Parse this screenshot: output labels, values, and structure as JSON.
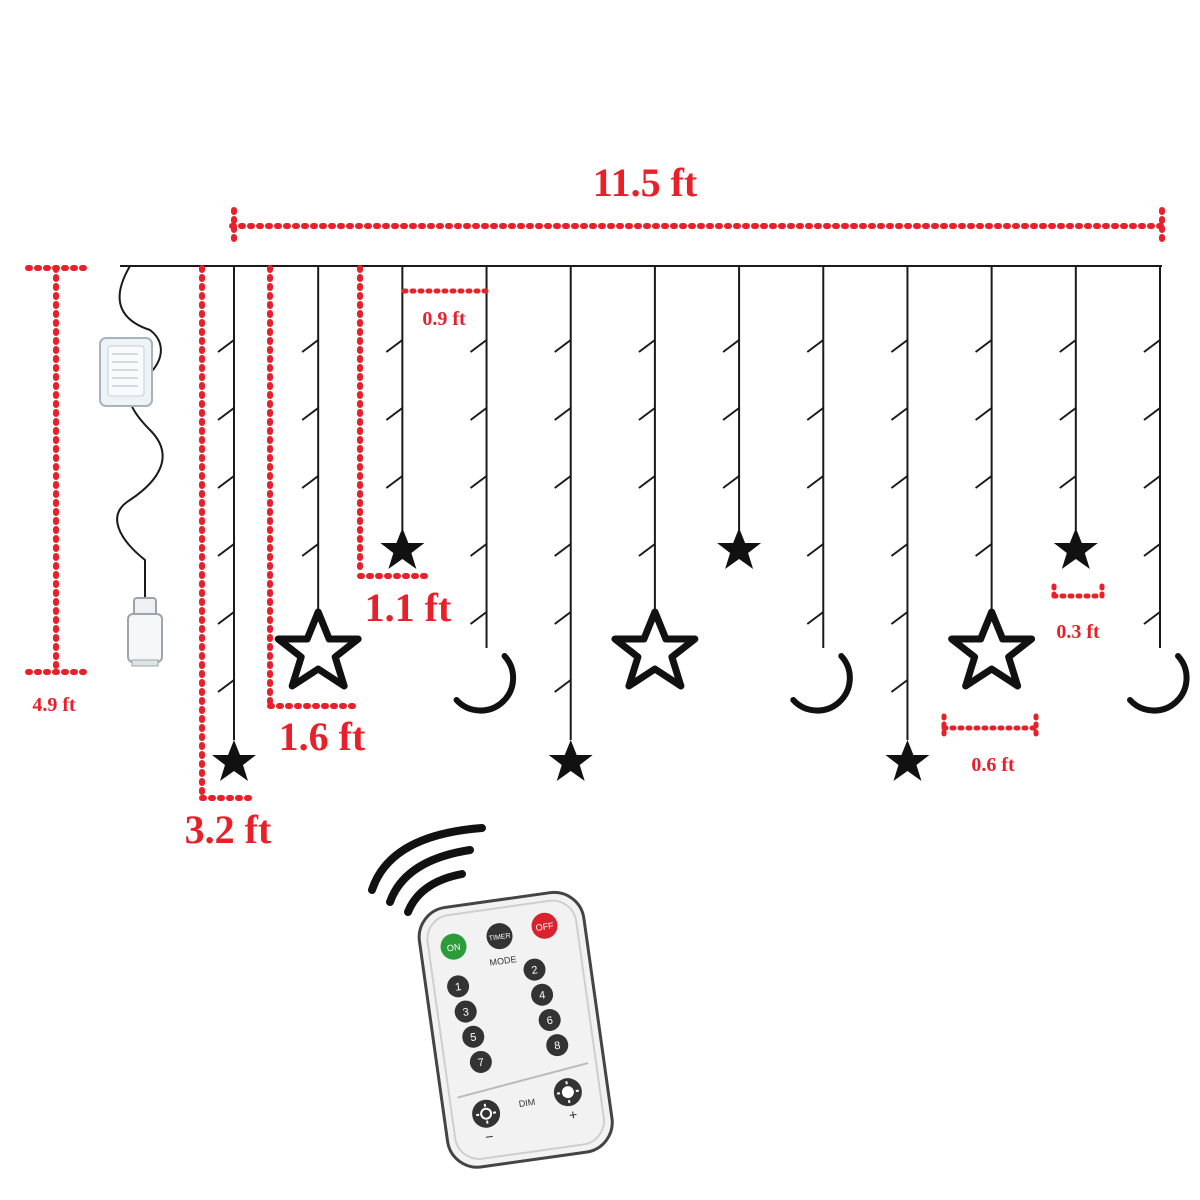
{
  "colors": {
    "dimension": "#e8202a",
    "wire": "#1a1a1a",
    "shape": "#111111",
    "remote_body": "#f2f2f2",
    "button_dark": "#333333",
    "button_on": "#2a9d3a",
    "button_off": "#d8232e"
  },
  "dimensions": {
    "total_width": "11.5 ft",
    "total_height": "4.9 ft",
    "longest_strand": "3.2 ft",
    "medium_strand": "1.6 ft",
    "short_strand": "1.1 ft",
    "strand_spacing": "0.9 ft",
    "star_size": "0.3 ft",
    "pendant_size": "0.6 ft"
  },
  "light": {
    "strand_count": 12,
    "pendants": [
      "star-small",
      "star-outline",
      "star-solid",
      "moon",
      "star-small",
      "star-outline",
      "star-solid",
      "moon",
      "star-small",
      "star-outline",
      "star-solid",
      "moon"
    ]
  },
  "remote": {
    "on_label": "ON",
    "timer_label": "TIMER",
    "off_label": "OFF",
    "mode_label": "MODE",
    "dim_label": "DIM",
    "plus_label": "+",
    "minus_label": "−",
    "number_buttons": [
      "1",
      "2",
      "3",
      "4",
      "5",
      "6",
      "7",
      "8"
    ]
  },
  "icons": [
    "battery-box-icon",
    "usb-plug-icon",
    "star-icon",
    "moon-icon",
    "signal-waves-icon",
    "remote-control-icon",
    "sun-icon"
  ]
}
